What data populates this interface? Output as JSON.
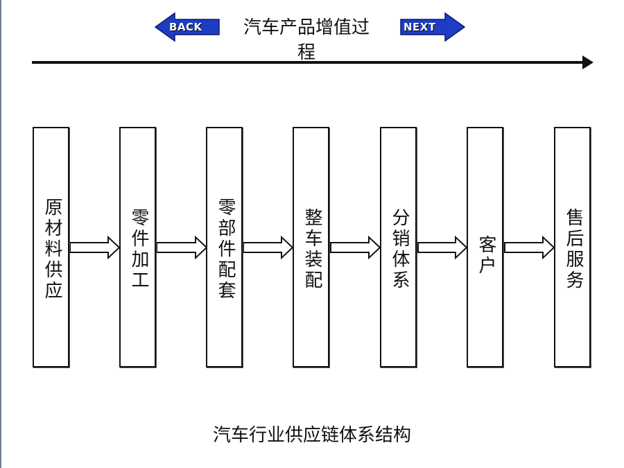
{
  "nav": {
    "back_label": "BACK",
    "next_label": "NEXT",
    "arrow_color": "#1f3cc4"
  },
  "title": "汽车产品增值过程",
  "stages": [
    "原材料供应",
    "零件加工",
    "零部件配套",
    "整车装配",
    "分销体系",
    "客户",
    "售后服务"
  ],
  "caption": "汽车行业供应链体系结构",
  "colors": {
    "background": "#ffffff",
    "line": "#111111"
  }
}
